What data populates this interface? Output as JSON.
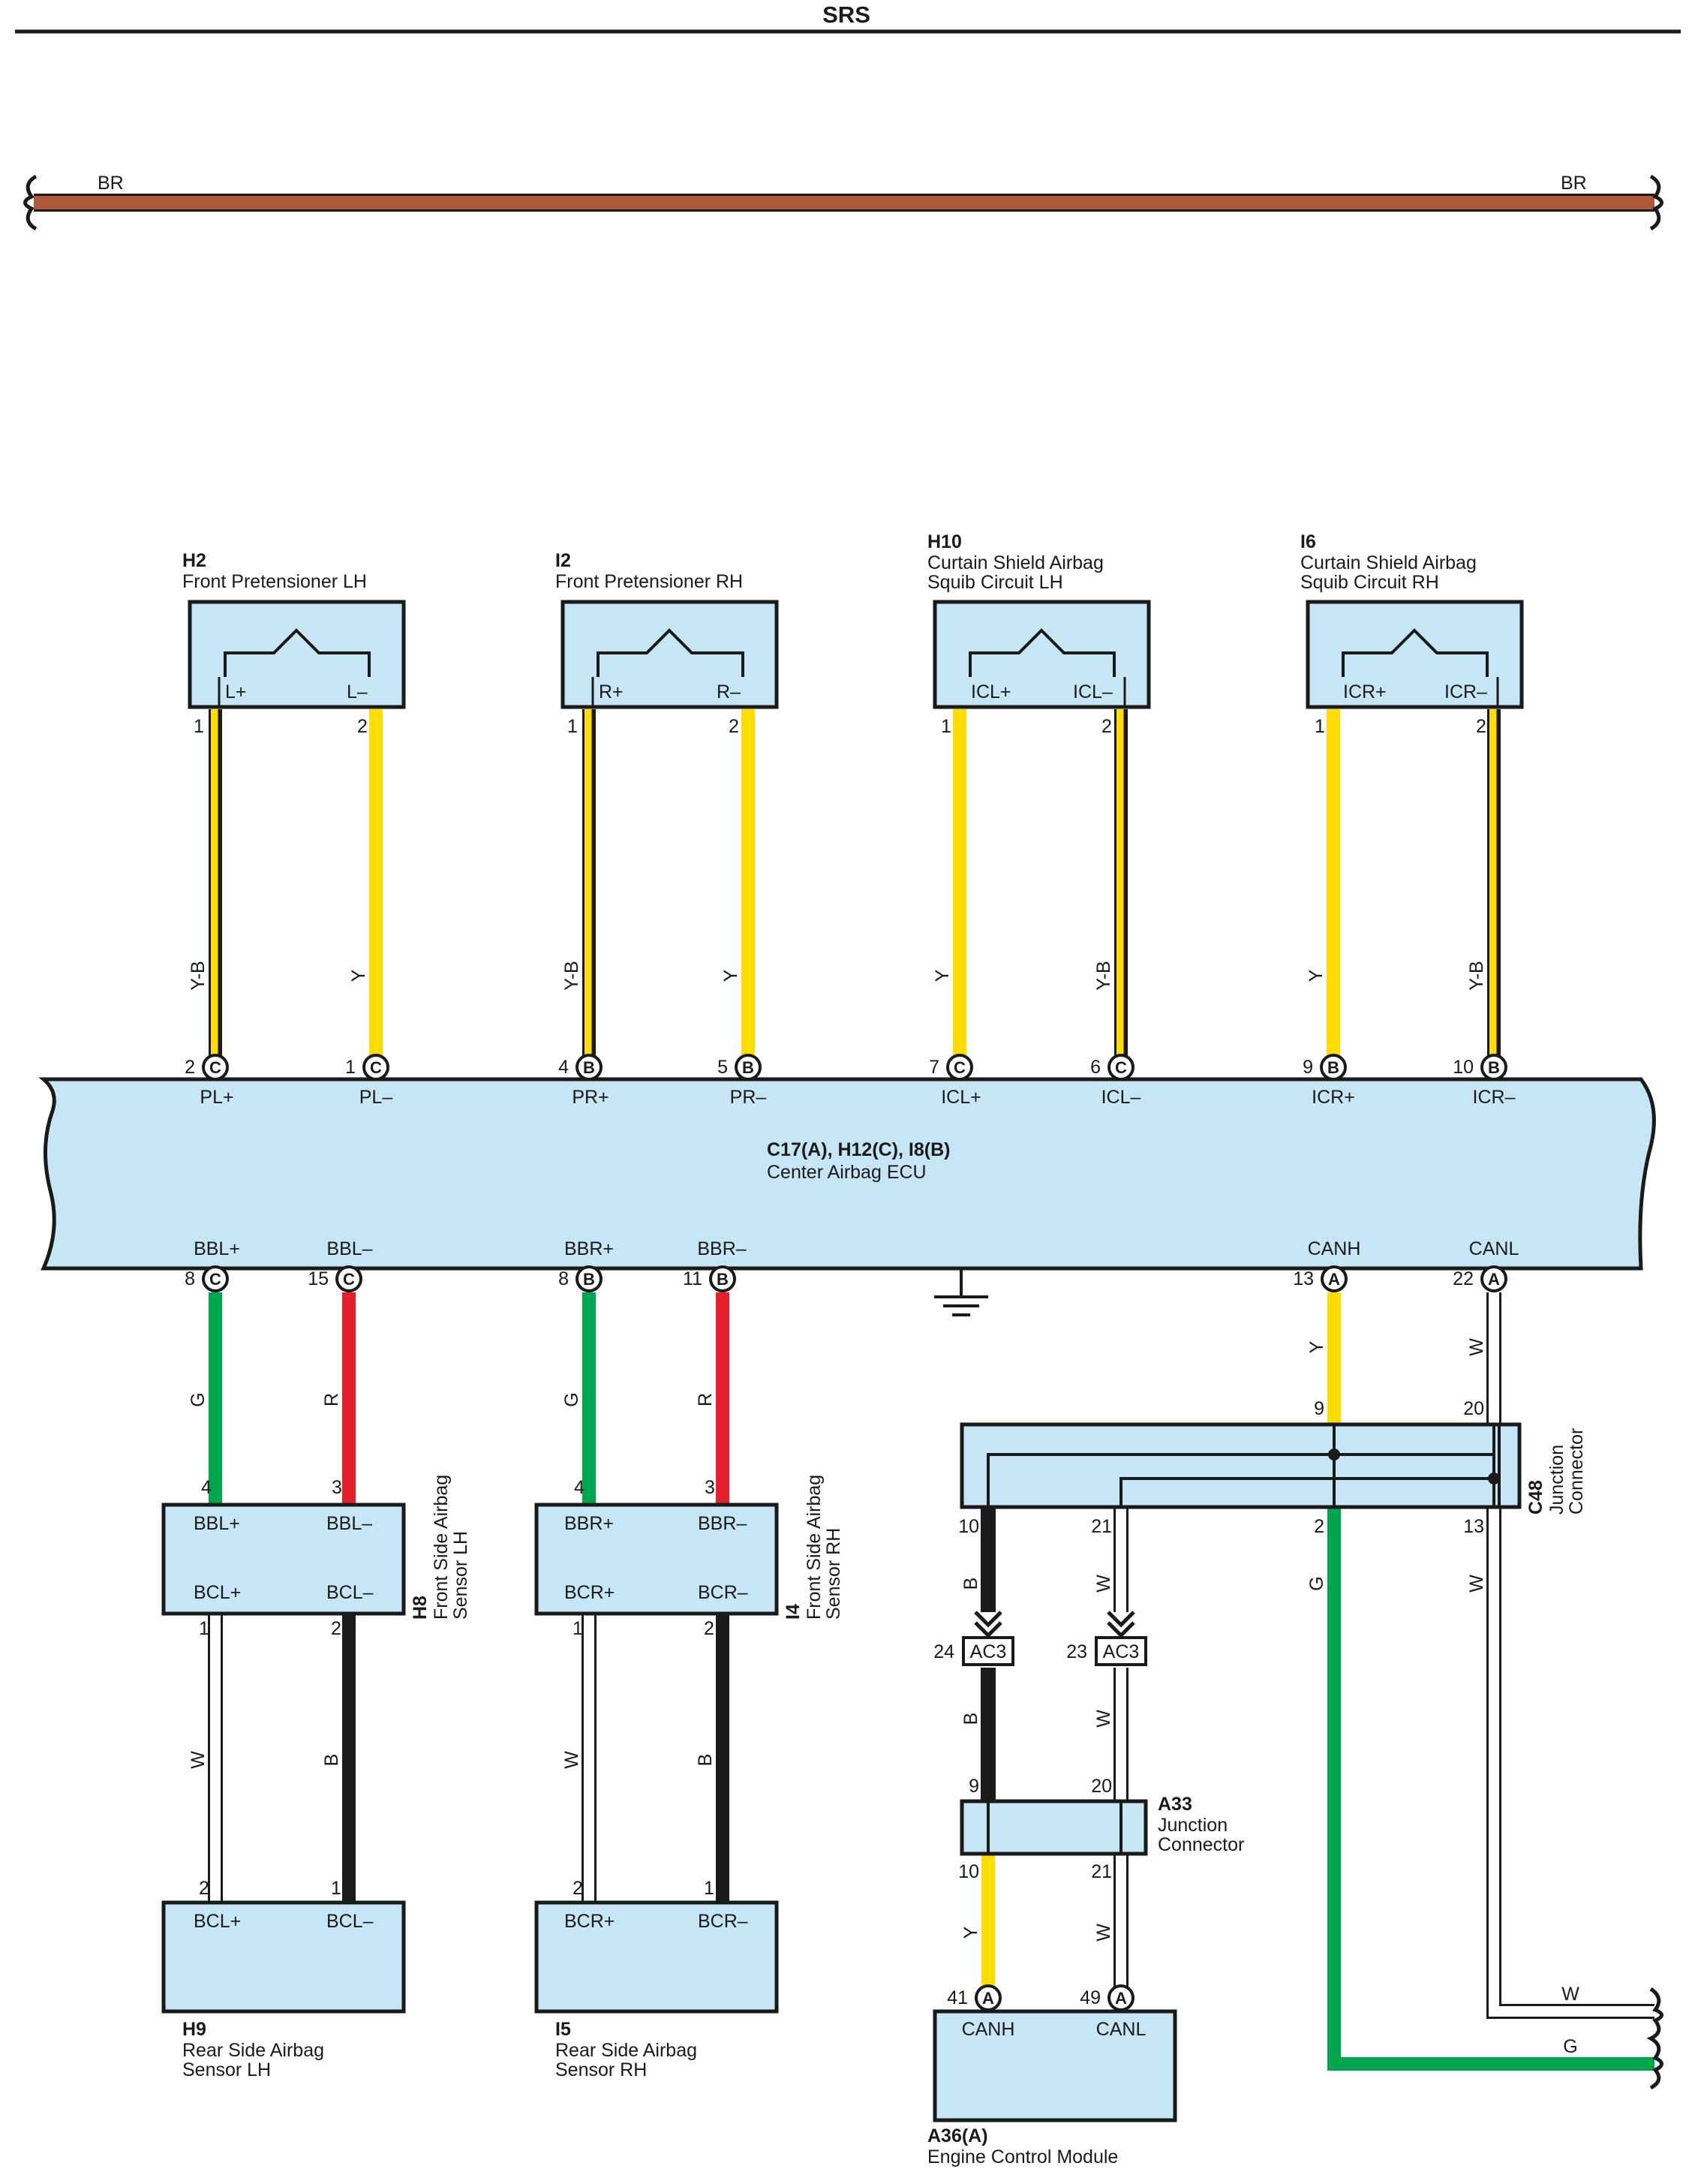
{
  "title": "SRS",
  "br_wire": {
    "left": "BR",
    "right": "BR"
  },
  "colors": {
    "Y": "#ffdd00",
    "G": "#00a64f",
    "R": "#e5202a",
    "B": "#1a1a1a",
    "W": "#ffffff",
    "BR": "#b0583a",
    "box": "#c6e6f6"
  },
  "components": {
    "h2": {
      "id": "H2",
      "name": [
        "Front Pretensioner LH"
      ],
      "pins": [
        "L+",
        "L–"
      ]
    },
    "i2": {
      "id": "I2",
      "name": [
        "Front Pretensioner RH"
      ],
      "pins": [
        "R+",
        "R–"
      ]
    },
    "h10": {
      "id": "H10",
      "name": [
        "Curtain Shield Airbag",
        "Squib Circuit LH"
      ],
      "pins": [
        "ICL+",
        "ICL–"
      ]
    },
    "i6": {
      "id": "I6",
      "name": [
        "Curtain Shield Airbag",
        "Squib Circuit RH"
      ],
      "pins": [
        "ICR+",
        "ICR–"
      ]
    },
    "ecu": {
      "id": "C17(A), H12(C), I8(B)",
      "name": "Center Airbag ECU",
      "top_pins": [
        "PL+",
        "PL–",
        "PR+",
        "PR–",
        "ICL+",
        "ICL–",
        "ICR+",
        "ICR–"
      ],
      "bottom_pins": [
        "BBL+",
        "BBL–",
        "BBR+",
        "BBR–",
        "CANH",
        "CANL"
      ]
    },
    "h8": {
      "id": "H8",
      "name": [
        "Front Side Airbag",
        "Sensor LH"
      ],
      "pins": [
        "BBL+",
        "BBL–",
        "BCL+",
        "BCL–"
      ]
    },
    "i4": {
      "id": "I4",
      "name": [
        "Front Side Airbag",
        "Sensor RH"
      ],
      "pins": [
        "BBR+",
        "BBR–",
        "BCR+",
        "BCR–"
      ]
    },
    "h9": {
      "id": "H9",
      "name": [
        "Rear Side Airbag",
        "Sensor LH"
      ],
      "pins": [
        "BCL+",
        "BCL–"
      ]
    },
    "i5": {
      "id": "I5",
      "name": [
        "Rear Side Airbag",
        "Sensor RH"
      ],
      "pins": [
        "BCR+",
        "BCR–"
      ]
    },
    "c48": {
      "id": "C48",
      "name": [
        "Junction",
        "Connector"
      ]
    },
    "a33": {
      "id": "A33",
      "name": [
        "Junction",
        "Connector"
      ]
    },
    "a36": {
      "id": "A36(A)",
      "name": [
        "Engine Control Module"
      ],
      "pins": [
        "CANH",
        "CANL"
      ]
    }
  },
  "connector_ac3": "AC3",
  "wires": [
    {
      "id": "h2-1",
      "color": "Y-B",
      "from_pin": "1",
      "to_pin": "2",
      "to_conn": "C"
    },
    {
      "id": "h2-2",
      "color": "Y",
      "from_pin": "2",
      "to_pin": "1",
      "to_conn": "C"
    },
    {
      "id": "i2-1",
      "color": "Y-B",
      "from_pin": "1",
      "to_pin": "4",
      "to_conn": "B"
    },
    {
      "id": "i2-2",
      "color": "Y",
      "from_pin": "2",
      "to_pin": "5",
      "to_conn": "B"
    },
    {
      "id": "h10-1",
      "color": "Y",
      "from_pin": "1",
      "to_pin": "7",
      "to_conn": "C"
    },
    {
      "id": "h10-2",
      "color": "Y-B",
      "from_pin": "2",
      "to_pin": "6",
      "to_conn": "C"
    },
    {
      "id": "i6-1",
      "color": "Y",
      "from_pin": "1",
      "to_pin": "9",
      "to_conn": "B"
    },
    {
      "id": "i6-2",
      "color": "Y-B",
      "from_pin": "2",
      "to_pin": "10",
      "to_conn": "B"
    },
    {
      "id": "bbl+",
      "color": "G",
      "from_pin": "8",
      "from_conn": "C",
      "to_pin": "4"
    },
    {
      "id": "bbl-",
      "color": "R",
      "from_pin": "15",
      "from_conn": "C",
      "to_pin": "3"
    },
    {
      "id": "bbr+",
      "color": "G",
      "from_pin": "8",
      "from_conn": "B",
      "to_pin": "4"
    },
    {
      "id": "bbr-",
      "color": "R",
      "from_pin": "11",
      "from_conn": "B",
      "to_pin": "3"
    },
    {
      "id": "bcl+",
      "color": "W",
      "from_pin": "1",
      "to_pin": "2"
    },
    {
      "id": "bcl-",
      "color": "B",
      "from_pin": "2",
      "to_pin": "1"
    },
    {
      "id": "bcr+",
      "color": "W",
      "from_pin": "1",
      "to_pin": "2"
    },
    {
      "id": "bcr-",
      "color": "B",
      "from_pin": "2",
      "to_pin": "1"
    },
    {
      "id": "canh",
      "color": "Y",
      "from_pin": "13",
      "from_conn": "A",
      "to_pin": "9"
    },
    {
      "id": "canl",
      "color": "W",
      "from_pin": "22",
      "from_conn": "A",
      "to_pin": "20"
    },
    {
      "id": "c48-10",
      "color": "B",
      "from_pin": "10",
      "to_pin": "24"
    },
    {
      "id": "c48-21",
      "color": "W",
      "from_pin": "21",
      "to_pin": "23"
    },
    {
      "id": "ac3-b",
      "color": "B",
      "to_pin": "9"
    },
    {
      "id": "ac3-w",
      "color": "W",
      "to_pin": "20"
    },
    {
      "id": "a33-10",
      "color": "Y",
      "from_pin": "10",
      "to_pin": "41",
      "to_conn": "A"
    },
    {
      "id": "a33-21",
      "color": "W",
      "from_pin": "21",
      "to_pin": "49",
      "to_conn": "A"
    },
    {
      "id": "c48-2",
      "color": "G",
      "from_pin": "2",
      "exit_label": "G"
    },
    {
      "id": "c48-13",
      "color": "W",
      "from_pin": "13",
      "exit_label": "W"
    }
  ]
}
